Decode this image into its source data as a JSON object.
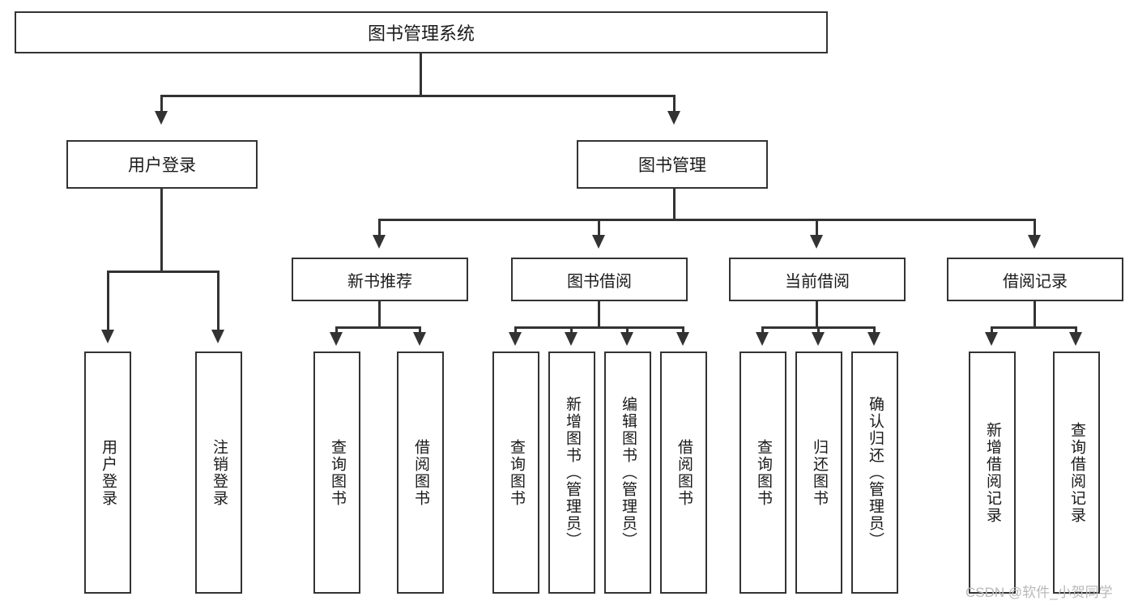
{
  "diagram": {
    "type": "tree",
    "title": "图书管理系统",
    "root": {
      "id": "root",
      "label": "图书管理系统"
    },
    "level1": [
      {
        "id": "user-login",
        "label": "用户登录"
      },
      {
        "id": "book-management",
        "label": "图书管理"
      }
    ],
    "level2": [
      {
        "id": "new-book-recommend",
        "label": "新书推荐",
        "parent": "book-management"
      },
      {
        "id": "book-borrow",
        "label": "图书借阅",
        "parent": "book-management"
      },
      {
        "id": "current-borrow",
        "label": "当前借阅",
        "parent": "book-management"
      },
      {
        "id": "borrow-record",
        "label": "借阅记录",
        "parent": "book-management"
      }
    ],
    "leaves": [
      {
        "id": "leaf-user-login",
        "label": "用户登录",
        "parent": "user-login"
      },
      {
        "id": "leaf-user-logout",
        "label": "注销登录",
        "parent": "user-login"
      },
      {
        "id": "leaf-query-book-1",
        "label": "查询图书",
        "parent": "new-book-recommend"
      },
      {
        "id": "leaf-borrow-book-1",
        "label": "借阅图书",
        "parent": "new-book-recommend"
      },
      {
        "id": "leaf-query-book-2",
        "label": "查询图书",
        "parent": "book-borrow"
      },
      {
        "id": "leaf-add-book",
        "label": "新增图书（管理员）",
        "parent": "book-borrow"
      },
      {
        "id": "leaf-edit-book",
        "label": "编辑图书（管理员）",
        "parent": "book-borrow"
      },
      {
        "id": "leaf-borrow-book-2",
        "label": "借阅图书",
        "parent": "book-borrow"
      },
      {
        "id": "leaf-query-book-3",
        "label": "查询图书",
        "parent": "current-borrow"
      },
      {
        "id": "leaf-return-book",
        "label": "归还图书",
        "parent": "current-borrow"
      },
      {
        "id": "leaf-confirm-return",
        "label": "确认归还（管理员）",
        "parent": "current-borrow"
      },
      {
        "id": "leaf-add-record",
        "label": "新增借阅记录",
        "parent": "borrow-record"
      },
      {
        "id": "leaf-query-record",
        "label": "查询借阅记录",
        "parent": "borrow-record"
      }
    ]
  },
  "watermark": {
    "text": "CSDN @软件_小贺同学"
  },
  "colors": {
    "stroke": "#333333",
    "background": "#ffffff",
    "text": "#1a1a1a",
    "watermark": "#b9b9b9"
  }
}
